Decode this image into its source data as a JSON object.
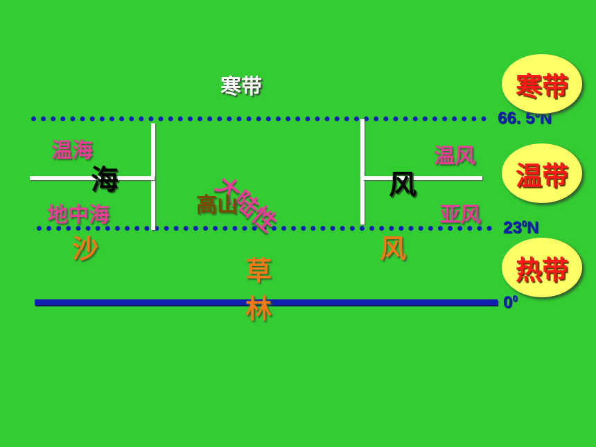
{
  "top_label": "寒带",
  "zones": [
    {
      "label": "寒带",
      "color": "#FF1A1A"
    },
    {
      "label": "温带",
      "color": "#FF1A1A"
    },
    {
      "label": "热带",
      "color": "#FF1A1A"
    }
  ],
  "latitudes": {
    "upper": {
      "value": "66.5",
      "sup": "0",
      "suffix": "N",
      "display_value": "66",
      "display_decimal": ". 5"
    },
    "middle": {
      "value": "23",
      "sup": "0",
      "suffix": "N"
    },
    "equator": {
      "value": "0",
      "sup": "0"
    }
  },
  "left_box": {
    "top_label": "温海",
    "center_label": "海",
    "bottom_label": "地中海"
  },
  "center_box": {
    "diagonal_label": "大陆性",
    "mountain_label": "高山"
  },
  "right_box": {
    "top_label": "温风",
    "center_label": "风",
    "bottom_label": "亚风"
  },
  "tropical": {
    "left": "沙",
    "center_top": "草",
    "center_bottom": "林",
    "right": "风"
  },
  "colors": {
    "background": "#33CC33",
    "dotted_lines": "#1020B0",
    "equator_line": "#1020B0",
    "magenta_text": "#E83E9A",
    "orange_text": "#F07A1A",
    "brown_text": "#7A4A00",
    "oval_fill": "#FFFF66"
  }
}
